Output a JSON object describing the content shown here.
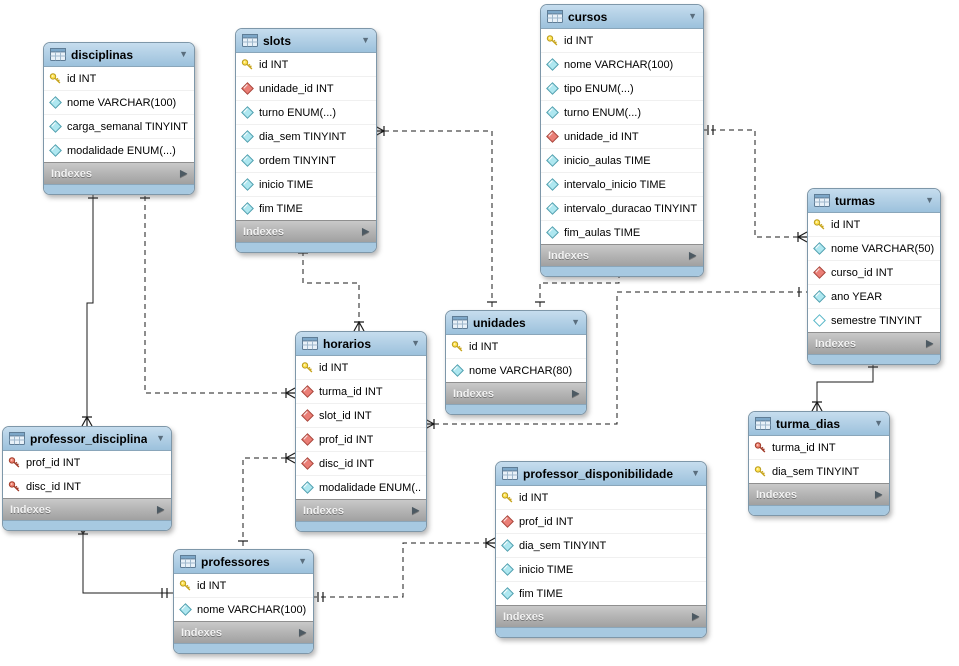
{
  "diagram": {
    "indexes_label": "Indexes",
    "colors": {
      "canvas_bg": "#ffffff",
      "table_header_blue": "#aecde4",
      "table_footer_blue": "#a7c9e1",
      "indexes_gray": "#b4b4b4",
      "primary_key_yellow": "#ffe14d",
      "foreign_key_red": "#ea7e76",
      "column_cyan": "#aee7f0",
      "relationship_line": "#1b1b1b"
    },
    "tables": [
      {
        "title": "disciplinas",
        "columns": [
          {
            "icon": "pk",
            "label": "id INT"
          },
          {
            "icon": "col",
            "label": "nome VARCHAR(100)"
          },
          {
            "icon": "col",
            "label": "carga_semanal TINYINT"
          },
          {
            "icon": "col",
            "label": "modalidade ENUM(...)"
          }
        ]
      },
      {
        "title": "slots",
        "columns": [
          {
            "icon": "pk",
            "label": "id INT"
          },
          {
            "icon": "fk",
            "label": "unidade_id INT"
          },
          {
            "icon": "col",
            "label": "turno ENUM(...)"
          },
          {
            "icon": "col",
            "label": "dia_sem TINYINT"
          },
          {
            "icon": "col",
            "label": "ordem TINYINT"
          },
          {
            "icon": "col",
            "label": "inicio TIME"
          },
          {
            "icon": "col",
            "label": "fim TIME"
          }
        ]
      },
      {
        "title": "cursos",
        "columns": [
          {
            "icon": "pk",
            "label": "id INT"
          },
          {
            "icon": "col",
            "label": "nome VARCHAR(100)"
          },
          {
            "icon": "col",
            "label": "tipo ENUM(...)"
          },
          {
            "icon": "col",
            "label": "turno ENUM(...)"
          },
          {
            "icon": "fk",
            "label": "unidade_id INT"
          },
          {
            "icon": "col",
            "label": "inicio_aulas TIME"
          },
          {
            "icon": "col",
            "label": "intervalo_inicio TIME"
          },
          {
            "icon": "col",
            "label": "intervalo_duracao TINYINT"
          },
          {
            "icon": "col",
            "label": "fim_aulas TIME"
          }
        ]
      },
      {
        "title": "turmas",
        "columns": [
          {
            "icon": "pk",
            "label": "id INT"
          },
          {
            "icon": "col",
            "label": "nome VARCHAR(50)"
          },
          {
            "icon": "fk",
            "label": "curso_id INT"
          },
          {
            "icon": "col",
            "label": "ano YEAR"
          },
          {
            "icon": "colnull",
            "label": "semestre TINYINT"
          }
        ]
      },
      {
        "title": "unidades",
        "columns": [
          {
            "icon": "pk",
            "label": "id INT"
          },
          {
            "icon": "col",
            "label": "nome VARCHAR(80)"
          }
        ]
      },
      {
        "title": "horarios",
        "columns": [
          {
            "icon": "pk",
            "label": "id INT"
          },
          {
            "icon": "fk",
            "label": "turma_id INT"
          },
          {
            "icon": "fk",
            "label": "slot_id INT"
          },
          {
            "icon": "fk",
            "label": "prof_id INT"
          },
          {
            "icon": "fk",
            "label": "disc_id INT"
          },
          {
            "icon": "col",
            "label": "modalidade ENUM(..."
          }
        ]
      },
      {
        "title": "professor_disciplina",
        "columns": [
          {
            "icon": "pkfk",
            "label": "prof_id INT"
          },
          {
            "icon": "pkfk",
            "label": "disc_id INT"
          }
        ]
      },
      {
        "title": "professores",
        "columns": [
          {
            "icon": "pk",
            "label": "id INT"
          },
          {
            "icon": "col",
            "label": "nome VARCHAR(100)"
          }
        ]
      },
      {
        "title": "professor_disponibilidade",
        "columns": [
          {
            "icon": "pk",
            "label": "id INT"
          },
          {
            "icon": "fk",
            "label": "prof_id INT"
          },
          {
            "icon": "col",
            "label": "dia_sem TINYINT"
          },
          {
            "icon": "col",
            "label": "inicio TIME"
          },
          {
            "icon": "col",
            "label": "fim TIME"
          }
        ]
      },
      {
        "title": "turma_dias",
        "columns": [
          {
            "icon": "pkfk",
            "label": "turma_id INT"
          },
          {
            "icon": "pk",
            "label": "dia_sem TINYINT"
          }
        ]
      }
    ],
    "relationships": [
      {
        "from": "slots",
        "to": "unidades",
        "line": "dashed",
        "from_marker": "many",
        "to_marker": "one"
      },
      {
        "from": "cursos",
        "to": "unidades",
        "line": "dashed",
        "from_marker": "many",
        "to_marker": "one"
      },
      {
        "from": "turmas",
        "to": "cursos",
        "line": "dashed",
        "from_marker": "many",
        "to_marker": "one-mandatory"
      },
      {
        "from": "horarios",
        "to": "turmas",
        "line": "dashed",
        "from_marker": "many",
        "to_marker": "one"
      },
      {
        "from": "horarios",
        "to": "slots",
        "line": "dashed",
        "from_marker": "many",
        "to_marker": "one-mandatory"
      },
      {
        "from": "horarios",
        "to": "disciplinas",
        "line": "dashed",
        "from_marker": "many",
        "to_marker": "one-mandatory"
      },
      {
        "from": "professor_disciplina",
        "to": "disciplinas",
        "line": "solid",
        "from_marker": "many",
        "to_marker": "one-mandatory"
      },
      {
        "from": "professor_disciplina",
        "to": "professores",
        "line": "solid",
        "from_marker": "many",
        "to_marker": "one-mandatory"
      },
      {
        "from": "horarios",
        "to": "professores",
        "line": "dashed",
        "from_marker": "many",
        "to_marker": "one"
      },
      {
        "from": "professor_disponibilidade",
        "to": "professores",
        "line": "dashed",
        "from_marker": "many",
        "to_marker": "one-mandatory"
      },
      {
        "from": "turma_dias",
        "to": "turmas",
        "line": "solid",
        "from_marker": "many",
        "to_marker": "one-mandatory"
      }
    ]
  }
}
